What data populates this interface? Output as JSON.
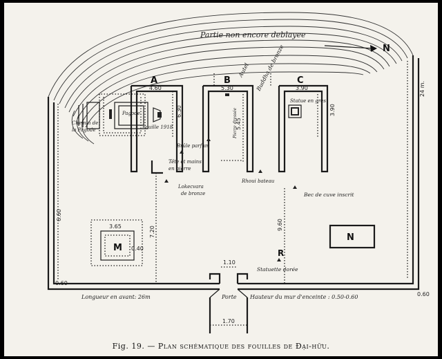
{
  "labels": {
    "unexcavated": "Partie non encore deblayee",
    "north": "N",
    "block_a": "A",
    "block_b": "B",
    "block_c": "C",
    "block_m": "M",
    "block_n": "N",
    "block_r": "R",
    "autel": "Autel",
    "buddha": "Buddha de bronze",
    "pierre": "Pierre dressée",
    "pagode": "Pagode",
    "chemin": [
      "Chemin de",
      "la Pagode"
    ],
    "fouille": "Fouille 1918",
    "statue_gres": "Statue en grès",
    "brule": "Brûle parfum",
    "tete": [
      "Tête et mains",
      "en pierre"
    ],
    "lokecvara": [
      "Lokecvara",
      "de bronze"
    ],
    "bateau": "Rhoui bateau",
    "cuve": "Bec de cuve inscrit",
    "statuette": "Statuette dorée",
    "longueur": "Longueur en avant: 26m",
    "porte": "Porte",
    "hauteur": "Hauteur du mur d'enceinte : 0.50-0.60"
  },
  "dims": {
    "a_width": "4.60",
    "a_depth": "6.30",
    "b_width": "5.30",
    "b_depth": "5.45",
    "c_width": "3.90",
    "c_depth": "3.90",
    "m_width": "3.65",
    "m_depth": "0.40",
    "center_a": "7.20",
    "center_c": "9.60",
    "left_height": "6.60",
    "wall_left": "0.60",
    "wall_right": "0.60",
    "right_total": "24 m.",
    "gate_top": "1.10",
    "gate_bottom": "1.70"
  },
  "caption": {
    "fig": "Fig. 19.",
    "dash": "—",
    "text": "Plan schématique des fouilles de Đại-hữu."
  }
}
